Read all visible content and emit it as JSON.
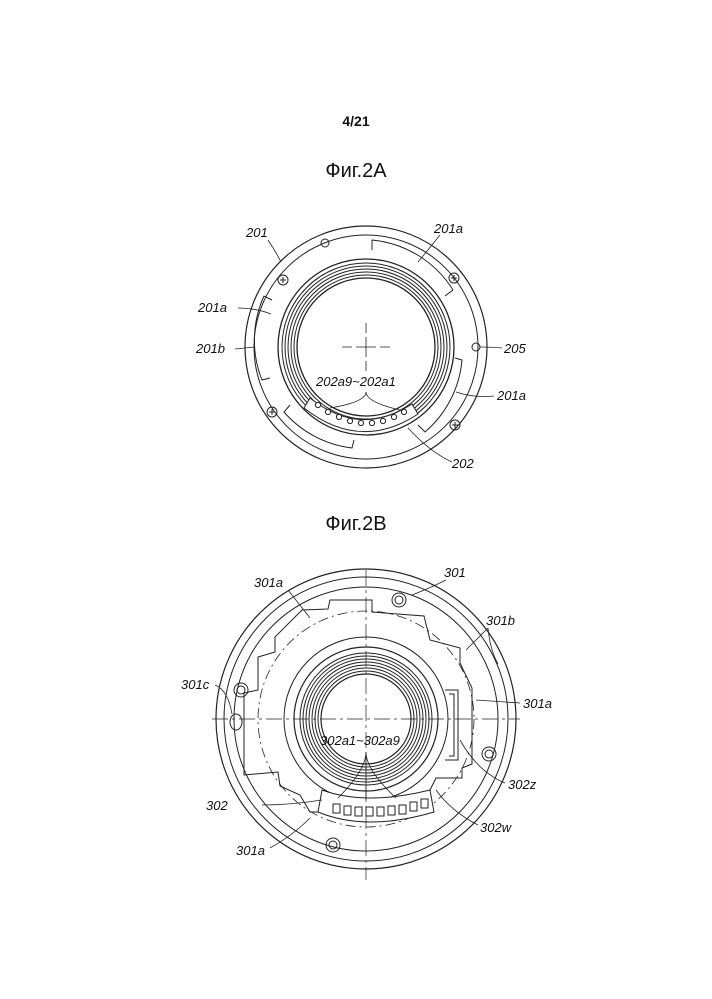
{
  "sheet": {
    "page_number": "4/21"
  },
  "figure_a": {
    "title": "Фиг.2A",
    "labels": {
      "l201": "201",
      "l201a_top": "201a",
      "l201a_left": "201a",
      "l201a_right": "201a",
      "l201b": "201b",
      "l205": "205",
      "l202_range": "202a9~202a1",
      "l202": "202"
    }
  },
  "figure_b": {
    "title": "Фиг.2B",
    "labels": {
      "l301": "301",
      "l301a_top": "301a",
      "l301a_right": "301a",
      "l301a_bottom": "301a",
      "l301b": "301b",
      "l301c": "301c",
      "l302_range": "302a1~302a9",
      "l302": "302",
      "l302z": "302z",
      "l302w": "302w"
    }
  }
}
